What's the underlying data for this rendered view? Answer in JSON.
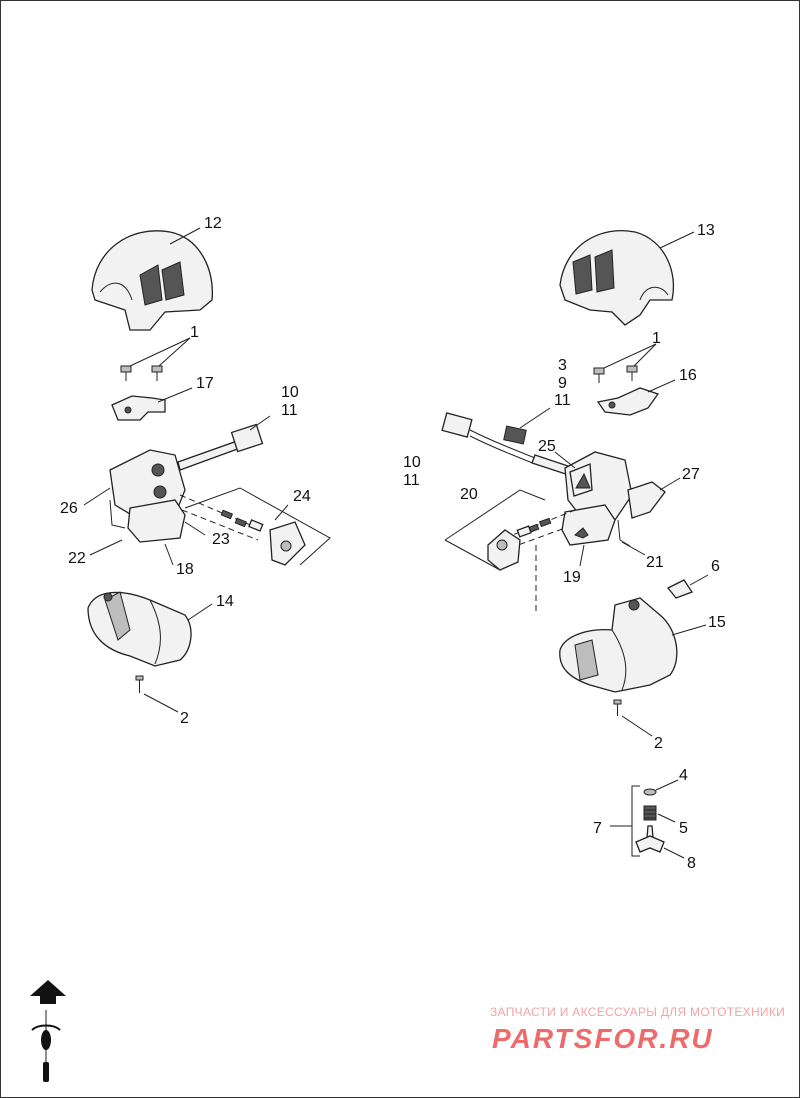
{
  "callouts": [
    {
      "id": "c12",
      "text": "12"
    },
    {
      "id": "c1a",
      "text": "1"
    },
    {
      "id": "c17",
      "text": "17"
    },
    {
      "id": "c10a",
      "text": "10"
    },
    {
      "id": "c11a",
      "text": "11"
    },
    {
      "id": "c26",
      "text": "26"
    },
    {
      "id": "c24",
      "text": "24"
    },
    {
      "id": "c22",
      "text": "22"
    },
    {
      "id": "c23",
      "text": "23"
    },
    {
      "id": "c18",
      "text": "18"
    },
    {
      "id": "c14",
      "text": "14"
    },
    {
      "id": "c2a",
      "text": "2"
    },
    {
      "id": "c13",
      "text": "13"
    },
    {
      "id": "c3",
      "text": "3"
    },
    {
      "id": "c9",
      "text": "9"
    },
    {
      "id": "c11b",
      "text": "11"
    },
    {
      "id": "c1b",
      "text": "1"
    },
    {
      "id": "c16",
      "text": "16"
    },
    {
      "id": "c25",
      "text": "25"
    },
    {
      "id": "c10b",
      "text": "10"
    },
    {
      "id": "c11c",
      "text": "11"
    },
    {
      "id": "c20",
      "text": "20"
    },
    {
      "id": "c27",
      "text": "27"
    },
    {
      "id": "c21",
      "text": "21"
    },
    {
      "id": "c19",
      "text": "19"
    },
    {
      "id": "c6",
      "text": "6"
    },
    {
      "id": "c15",
      "text": "15"
    },
    {
      "id": "c2b",
      "text": "2"
    },
    {
      "id": "c4",
      "text": "4"
    },
    {
      "id": "c7",
      "text": "7"
    },
    {
      "id": "c5",
      "text": "5"
    },
    {
      "id": "c8",
      "text": "8"
    }
  ],
  "watermark": {
    "tagline": "ЗАПЧАСТИ И АКСЕССУАРЫ ДЛЯ МОТОТЕХНИКИ",
    "brand": "PARTSFOR.RU",
    "color": "#ee6b6b"
  },
  "icons": {
    "orientation": "forward-arrow-motorcycle-icon"
  }
}
